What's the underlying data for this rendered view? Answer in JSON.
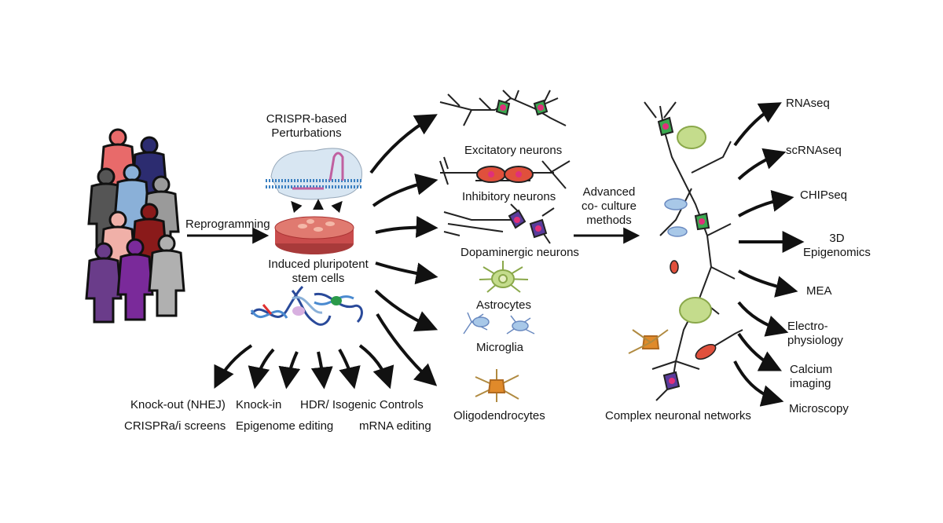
{
  "perturbations": {
    "line1": "CRISPR-based",
    "line2": "Perturbations"
  },
  "reprogramming": "Reprogramming",
  "ipsc": {
    "line1": "Induced pluripotent",
    "line2": "stem cells"
  },
  "cell_types": [
    "Excitatory neurons",
    "Inhibitory neurons",
    "Dopaminergic neurons",
    "Astrocytes",
    "Microglia",
    "Oligodendrocytes"
  ],
  "coculture": {
    "line1": "Advanced",
    "line2": "co- culture",
    "line3": "methods"
  },
  "network_label": "Complex neuronal networks",
  "readouts": [
    "RNAseq",
    "scRNAseq",
    "CHIPseq",
    "3D",
    "Epigenomics",
    "MEA",
    "Electro-",
    "physiology",
    "Calcium",
    "imaging",
    "Microscopy"
  ],
  "editing": [
    "Knock-out (NHEJ)",
    "Knock-in",
    "HDR/ Isogenic Controls",
    "CRISPRa/i screens",
    "Epigenome editing",
    "mRNA editing"
  ],
  "colors": {
    "arrow": "#111111",
    "excitatory_soma": "#3aa84f",
    "inhibitory_soma": "#e0503c",
    "dopaminergic_soma": "#5a3c9c",
    "astrocyte": "#c4dc8c",
    "microglia": "#a8c8e8",
    "oligodendrocyte": "#e08a2a",
    "dish": "#d0655c"
  },
  "icons": [
    "people-silhouettes",
    "crispr-complex-icon",
    "petri-dish-icon",
    "dna-helix-icon",
    "neuron-icon",
    "astrocyte-icon",
    "microglia-icon",
    "oligodendrocyte-icon",
    "neuronal-network-icon"
  ]
}
